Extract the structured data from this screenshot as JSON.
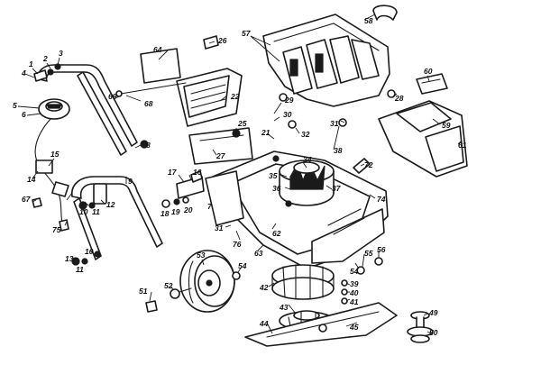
{
  "diagram": {
    "callouts": [
      {
        "key": "c1",
        "text": "1"
      },
      {
        "key": "c2",
        "text": "2"
      },
      {
        "key": "c3",
        "text": "3"
      },
      {
        "key": "c4",
        "text": "4"
      },
      {
        "key": "c5",
        "text": "5"
      },
      {
        "key": "c6",
        "text": "6"
      },
      {
        "key": "c10a",
        "text": "10"
      },
      {
        "key": "c11a",
        "text": "11"
      },
      {
        "key": "c12",
        "text": "12"
      },
      {
        "key": "c14",
        "text": "14"
      },
      {
        "key": "c15",
        "text": "15"
      },
      {
        "key": "c67",
        "text": "67"
      },
      {
        "key": "c75",
        "text": "75"
      },
      {
        "key": "c9",
        "text": "9"
      },
      {
        "key": "c10b",
        "text": "10"
      },
      {
        "key": "c11b",
        "text": "11"
      },
      {
        "key": "c13",
        "text": "13"
      },
      {
        "key": "c7",
        "text": "7"
      },
      {
        "key": "c8",
        "text": "8"
      },
      {
        "key": "c69",
        "text": "69"
      },
      {
        "key": "c68",
        "text": "68"
      },
      {
        "key": "c64",
        "text": "64"
      },
      {
        "key": "c26",
        "text": "26"
      },
      {
        "key": "c22",
        "text": "22"
      },
      {
        "key": "c25",
        "text": "25"
      },
      {
        "key": "c27",
        "text": "27"
      },
      {
        "key": "c16",
        "text": "16"
      },
      {
        "key": "c17",
        "text": "17"
      },
      {
        "key": "c18",
        "text": "18"
      },
      {
        "key": "c19",
        "text": "19"
      },
      {
        "key": "c20",
        "text": "20"
      },
      {
        "key": "c57",
        "text": "57"
      },
      {
        "key": "c58",
        "text": "58"
      },
      {
        "key": "c29",
        "text": "29"
      },
      {
        "key": "c30",
        "text": "30"
      },
      {
        "key": "c21",
        "text": "21"
      },
      {
        "key": "c32",
        "text": "32"
      },
      {
        "key": "c38",
        "text": "38"
      },
      {
        "key": "c34",
        "text": "34"
      },
      {
        "key": "c35",
        "text": "35"
      },
      {
        "key": "c36",
        "text": "36"
      },
      {
        "key": "c37",
        "text": "37"
      },
      {
        "key": "c74",
        "text": "74"
      },
      {
        "key": "c60",
        "text": "60"
      },
      {
        "key": "c28",
        "text": "28"
      },
      {
        "key": "c31a",
        "text": "31"
      },
      {
        "key": "c59",
        "text": "59"
      },
      {
        "key": "c61",
        "text": "61"
      },
      {
        "key": "c72",
        "text": "72"
      },
      {
        "key": "c31b",
        "text": "31"
      },
      {
        "key": "c76",
        "text": "76"
      },
      {
        "key": "c62",
        "text": "62"
      },
      {
        "key": "c63",
        "text": "63"
      },
      {
        "key": "c53",
        "text": "53"
      },
      {
        "key": "c54a",
        "text": "54"
      },
      {
        "key": "c52",
        "text": "52"
      },
      {
        "key": "c51",
        "text": "51"
      },
      {
        "key": "c42",
        "text": "42"
      },
      {
        "key": "c43",
        "text": "43"
      },
      {
        "key": "c39",
        "text": "39"
      },
      {
        "key": "c40",
        "text": "40"
      },
      {
        "key": "c41",
        "text": "41"
      },
      {
        "key": "c55",
        "text": "55"
      },
      {
        "key": "c56",
        "text": "56"
      },
      {
        "key": "c54b",
        "text": "54"
      },
      {
        "key": "c44",
        "text": "44"
      },
      {
        "key": "c45",
        "text": "45"
      },
      {
        "key": "c49",
        "text": "49"
      },
      {
        "key": "c50",
        "text": "50"
      }
    ]
  }
}
